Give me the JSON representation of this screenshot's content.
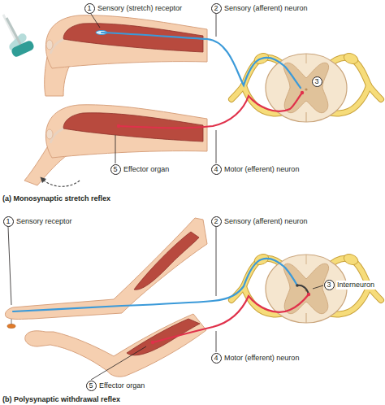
{
  "diagram": {
    "nodes": [
      {
        "text": [
          "1"
        ]
      },
      {
        "text": [
          "2"
        ]
      },
      {
        "text": [
          "3"
        ]
      },
      {
        "text": [
          "4"
        ]
      },
      {
        "text": [
          "5"
        ]
      },
      {
        "text": [
          "1"
        ]
      },
      {
        "text": [
          "2"
        ]
      },
      {
        "text": [
          "3"
        ]
      },
      {
        "text": [
          "4"
        ]
      },
      {
        "text": [
          "5"
        ]
      }
    ],
    "labels": [
      "Sensory (stretch) receptor",
      "Sensory (afferent) neuron",
      "Motor (efferent) neuron",
      "Effector organ",
      "(a) Monosynaptic stretch reflex",
      "Sensory receptor",
      "Sensory (afferent) neuron",
      "Interneuron",
      "Motor (efferent) neuron",
      "Effector organ",
      "(b) Polysynaptic withdrawal reflex"
    ]
  }
}
